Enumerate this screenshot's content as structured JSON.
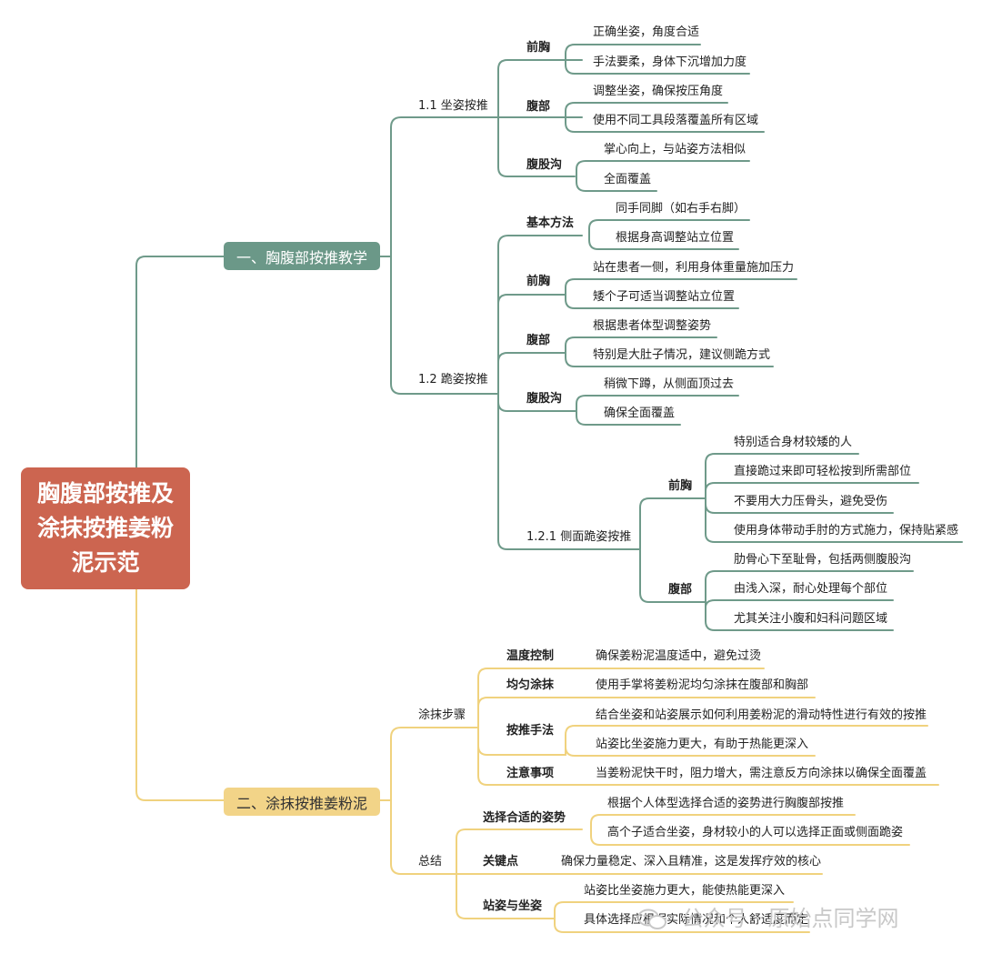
{
  "root": "胸腹部按推及涂抹按推姜粉泥示范",
  "branch1": {
    "label": "一、胸腹部按推教学",
    "sit": {
      "label": "1.1 坐姿按推",
      "chest": {
        "label": "前胸",
        "items": [
          "正确坐姿，角度合适",
          "手法要柔，身体下沉增加力度"
        ]
      },
      "abdomen": {
        "label": "腹部",
        "items": [
          "调整坐姿，确保按压角度",
          "使用不同工具段落覆盖所有区域"
        ]
      },
      "groin": {
        "label": "腹股沟",
        "items": [
          "掌心向上，与站姿方法相似",
          "全面覆盖"
        ]
      }
    },
    "kneel": {
      "label": "1.2 跪姿按推",
      "basic": {
        "label": "基本方法",
        "items": [
          "同手同脚（如右手右脚）",
          "根据身高调整站立位置"
        ]
      },
      "chest": {
        "label": "前胸",
        "items": [
          "站在患者一侧，利用身体重量施加压力",
          "矮个子可适当调整站立位置"
        ]
      },
      "abdomen": {
        "label": "腹部",
        "items": [
          "根据患者体型调整姿势",
          "特别是大肚子情况，建议侧跪方式"
        ]
      },
      "groin": {
        "label": "腹股沟",
        "items": [
          "稍微下蹲，从侧面顶过去",
          "确保全面覆盖"
        ]
      },
      "side": {
        "label": "1.2.1 侧面跪姿按推",
        "chest": {
          "label": "前胸",
          "items": [
            "特别适合身材较矮的人",
            "直接跪过来即可轻松按到所需部位",
            "不要用大力压骨头，避免受伤",
            "使用身体带动手肘的方式施力，保持贴紧感"
          ]
        },
        "abdomen": {
          "label": "腹部",
          "items": [
            "肋骨心下至耻骨，包括两侧腹股沟",
            "由浅入深，耐心处理每个部位",
            "尤其关注小腹和妇科问题区域"
          ]
        }
      }
    }
  },
  "branch2": {
    "label": "二、涂抹按推姜粉泥",
    "steps": {
      "label": "涂抹步骤",
      "temp": {
        "label": "温度控制",
        "items": [
          "确保姜粉泥温度适中，避免过烫"
        ]
      },
      "even": {
        "label": "均匀涂抹",
        "items": [
          "使用手掌将姜粉泥均匀涂抹在腹部和胸部"
        ]
      },
      "technique": {
        "label": "按推手法",
        "items": [
          "结合坐姿和站姿展示如何利用姜粉泥的滑动特性进行有效的按推",
          "站姿比坐姿施力更大，有助于热能更深入"
        ]
      },
      "notes": {
        "label": "注意事项",
        "items": [
          "当姜粉泥快干时，阻力增大，需注意反方向涂抹以确保全面覆盖"
        ]
      }
    },
    "summary": {
      "label": "总结",
      "posture": {
        "label": "选择合适的姿势",
        "items": [
          "根据个人体型选择合适的姿势进行胸腹部按推",
          "高个子适合坐姿，身材较小的人可以选择正面或侧面跪姿"
        ]
      },
      "key": {
        "label": "关键点",
        "items": [
          "确保力量稳定、深入且精准，这是发挥疗效的核心"
        ]
      },
      "stand": {
        "label": "站姿与坐姿",
        "items": [
          "站姿比坐姿施力更大，能使热能更深入",
          "具体选择应根据实际情况和个人舒适度而定"
        ]
      }
    }
  },
  "watermark": "公众号 · 原始点同学网",
  "colors": {
    "root": "#cc6550",
    "branch1": "#6b9888",
    "branch2": "#f2d488",
    "link1": "#6f9a8a",
    "link2": "#f0d27e"
  }
}
